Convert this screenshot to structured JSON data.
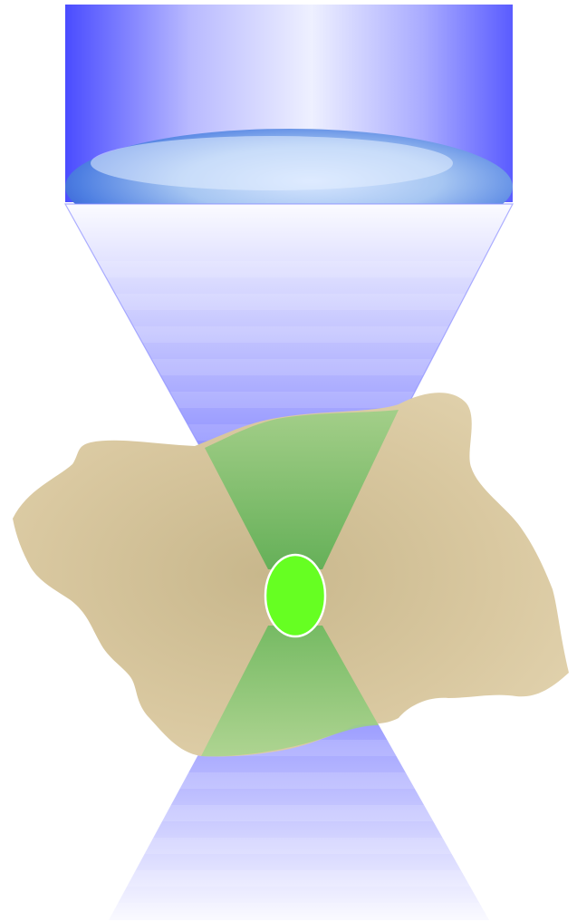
{
  "diagram": {
    "components": {
      "objective_lens": "objective-lens",
      "illumination_cone_upper": "converging-beam",
      "illumination_cone_lower": "diverging-beam",
      "specimen": "tissue-sample",
      "excited_region": "fluorescence-region",
      "focal_spot": "focal-volume"
    }
  },
  "colors": {
    "lens_blue": "#5a5cff",
    "lens_highlight": "#eef0ff",
    "beam_blue": "#6f72ff",
    "beam_light": "#f4f5ff",
    "tissue": "#dccba2",
    "tissue_shadow": "#c2b287",
    "fluorescence_green": "#56b04f",
    "focal_green": "#66ff22",
    "focal_outline": "#ffffff"
  }
}
